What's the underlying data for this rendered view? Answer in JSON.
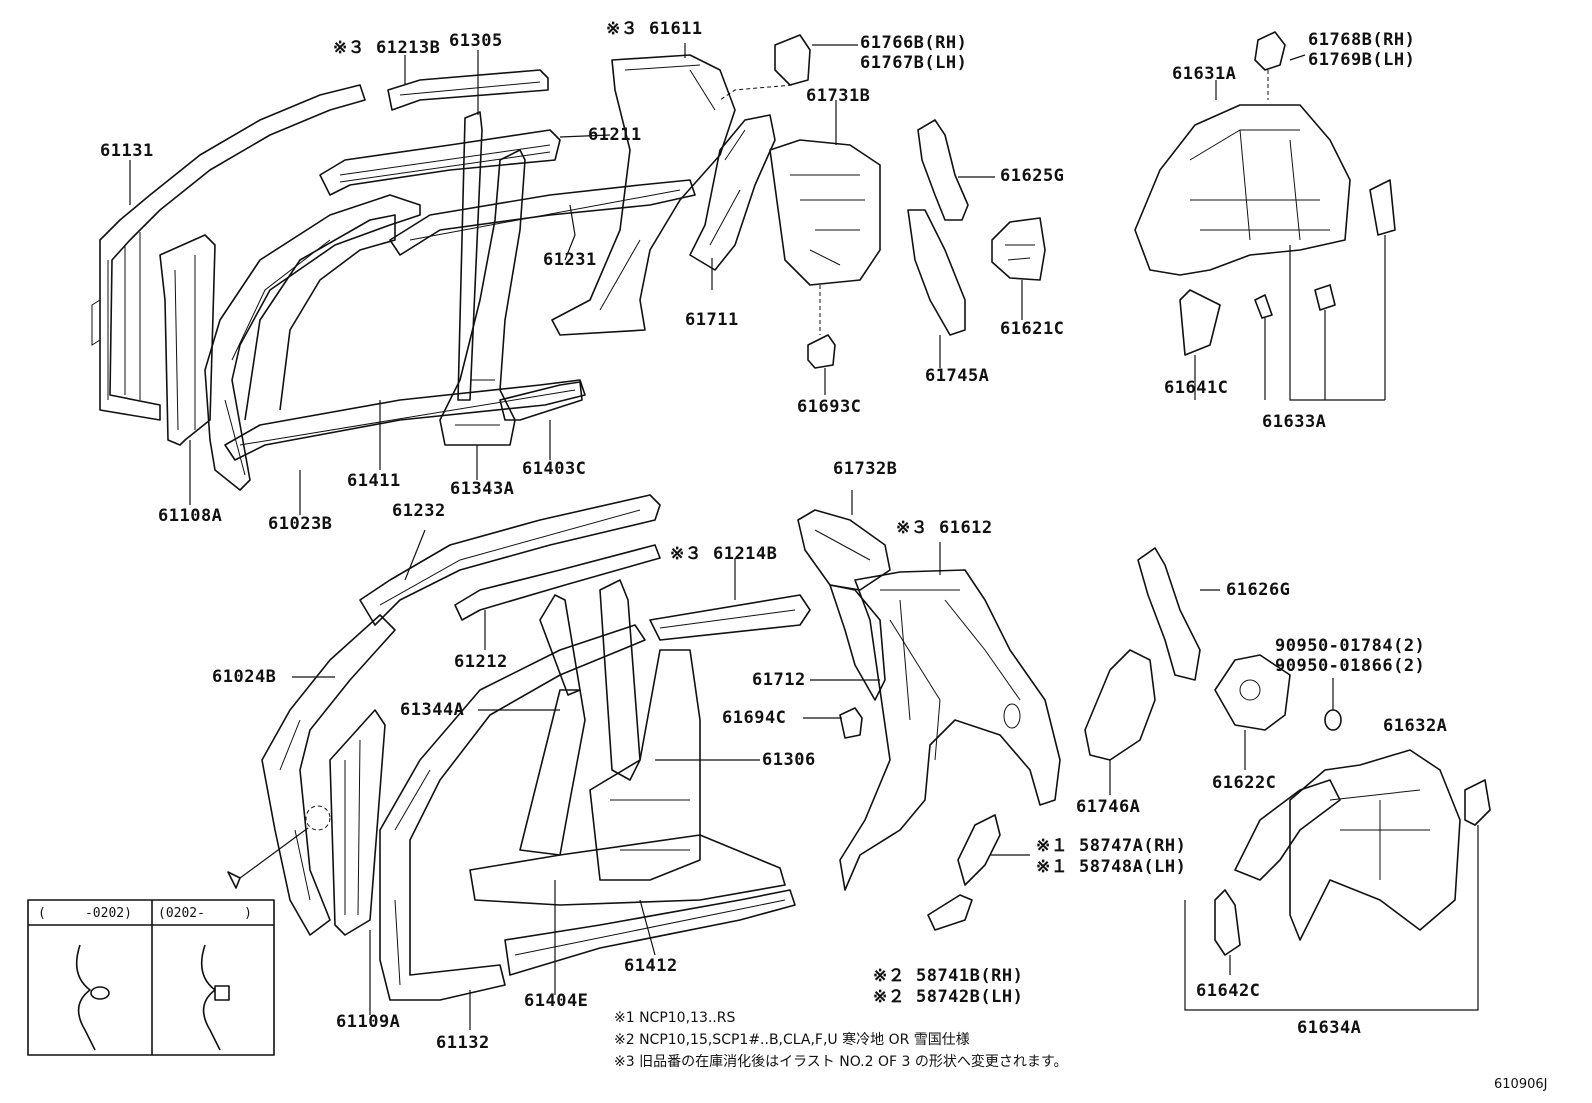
{
  "diagram_id": "610906J",
  "labels": {
    "p61131": "61131",
    "p61213b": "※３ 61213B",
    "p61305": "61305",
    "p61611": "※３ 61611",
    "p61766b": "61766B(RH)",
    "p61767b": "61767B(LH)",
    "p61768b": "61768B(RH)",
    "p61769b": "61769B(LH)",
    "p61631a": "61631A",
    "p61731b": "61731B",
    "p61211": "61211",
    "p61625g": "61625G",
    "p61231": "61231",
    "p61711": "61711",
    "p61621c": "61621C",
    "p61745a": "61745A",
    "p61693c": "61693C",
    "p61641c": "61641C",
    "p61633a": "61633A",
    "p61411": "61411",
    "p61403c": "61403C",
    "p61343a": "61343A",
    "p61108a": "61108A",
    "p61023b": "61023B",
    "p61232": "61232",
    "p61732b": "61732B",
    "p61612": "※３ 61612",
    "p61214b": "※３ 61214B",
    "p61626g": "61626G",
    "p61212": "61212",
    "p90950a": "90950-01784(2)",
    "p90950b": "90950-01866(2)",
    "p61024b": "61024B",
    "p61712": "61712",
    "p61344a": "61344A",
    "p61694c": "61694C",
    "p61306": "61306",
    "p61632a": "61632A",
    "p61746a": "61746A",
    "p61622c": "61622C",
    "p58747a": "※１ 58747A(RH)",
    "p58748a": "※１ 58748A(LH)",
    "p61109a": "61109A",
    "p61132": "61132",
    "p61404e": "61404E",
    "p61412": "61412",
    "p58741b": "※２ 58741B(RH)",
    "p58742b": "※２ 58742B(LH)",
    "p61642c": "61642C",
    "p61634a": "61634A"
  },
  "inset": {
    "left_header": "(     -0202)",
    "right_header": "(0202-     )"
  },
  "notes": {
    "n1": "※1  NCP10,13..RS",
    "n2": "※2  NCP10,15,SCP1#..B,CLA,F,U 寒冷地 OR 雪国仕様",
    "n3": "※3  旧品番の在庫消化後はイラスト NO.2 OF 3 の形状へ変更されます。"
  }
}
